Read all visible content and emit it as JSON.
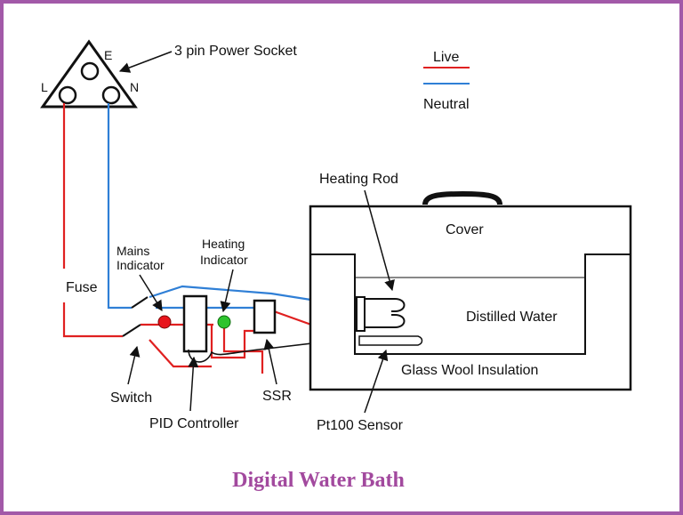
{
  "diagram": {
    "title": "Digital Water Bath",
    "colors": {
      "live": "#e02020",
      "neutral": "#2f7fd6",
      "frame": "#a259a8",
      "title": "#a2499e"
    },
    "legend": {
      "live": "Live",
      "neutral": "Neutral"
    },
    "socket": {
      "label": "3 pin Power Socket",
      "pin_e": "E",
      "pin_l": "L",
      "pin_n": "N"
    },
    "labels": {
      "fuse": "Fuse",
      "mains_indicator_1": "Mains",
      "mains_indicator_2": "Indicator",
      "heating_indicator_1": "Heating",
      "heating_indicator_2": "Indicator",
      "switch": "Switch",
      "pid_controller": "PID Controller",
      "ssr": "SSR",
      "pt100_sensor": "Pt100 Sensor",
      "heating_rod": "Heating Rod",
      "cover": "Cover",
      "distilled_water": "Distilled Water",
      "glass_wool": "Glass Wool Insulation"
    }
  }
}
